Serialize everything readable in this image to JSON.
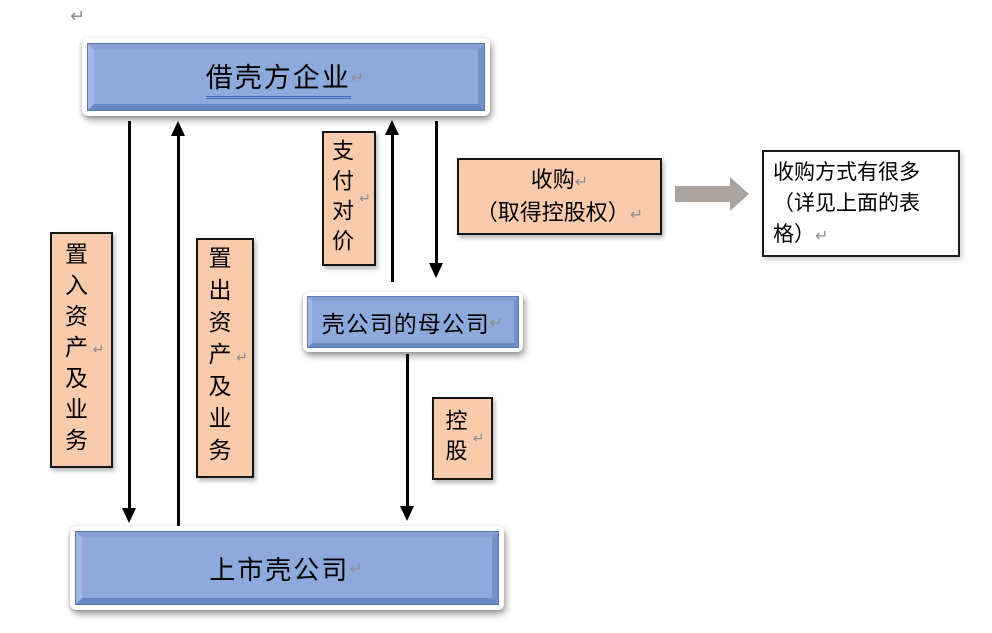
{
  "page": {
    "paragraph_mark": "↵"
  },
  "colors": {
    "node_blue": "#8EA9DB",
    "node_peach": "#F8CBAD",
    "block_arrow_gray": "#ABA39E",
    "title_underline_blue": "#3A66B5",
    "connector_black": "#000000"
  },
  "nodes": {
    "borrower": {
      "label": "借壳方企业",
      "mark": "↵"
    },
    "inject": {
      "label": "置入资产及业务",
      "mark": "↵"
    },
    "divest": {
      "label": "置出资产及业务",
      "mark": "↵"
    },
    "pay": {
      "label": "支付对价",
      "mark": "↵"
    },
    "acquire": {
      "line1": "收购",
      "mark1": "↵",
      "line2": "（取得控股权）",
      "mark2": "↵"
    },
    "parent": {
      "label": "壳公司的母公司",
      "mark": "↵"
    },
    "holding": {
      "label": "控股",
      "mark": "↵"
    },
    "listed": {
      "label": "上市壳公司",
      "mark": "↵"
    },
    "note": {
      "line1": "收购方式有很多",
      "line2": "（详见上面的表",
      "line3": "格）",
      "mark": "↵"
    }
  }
}
